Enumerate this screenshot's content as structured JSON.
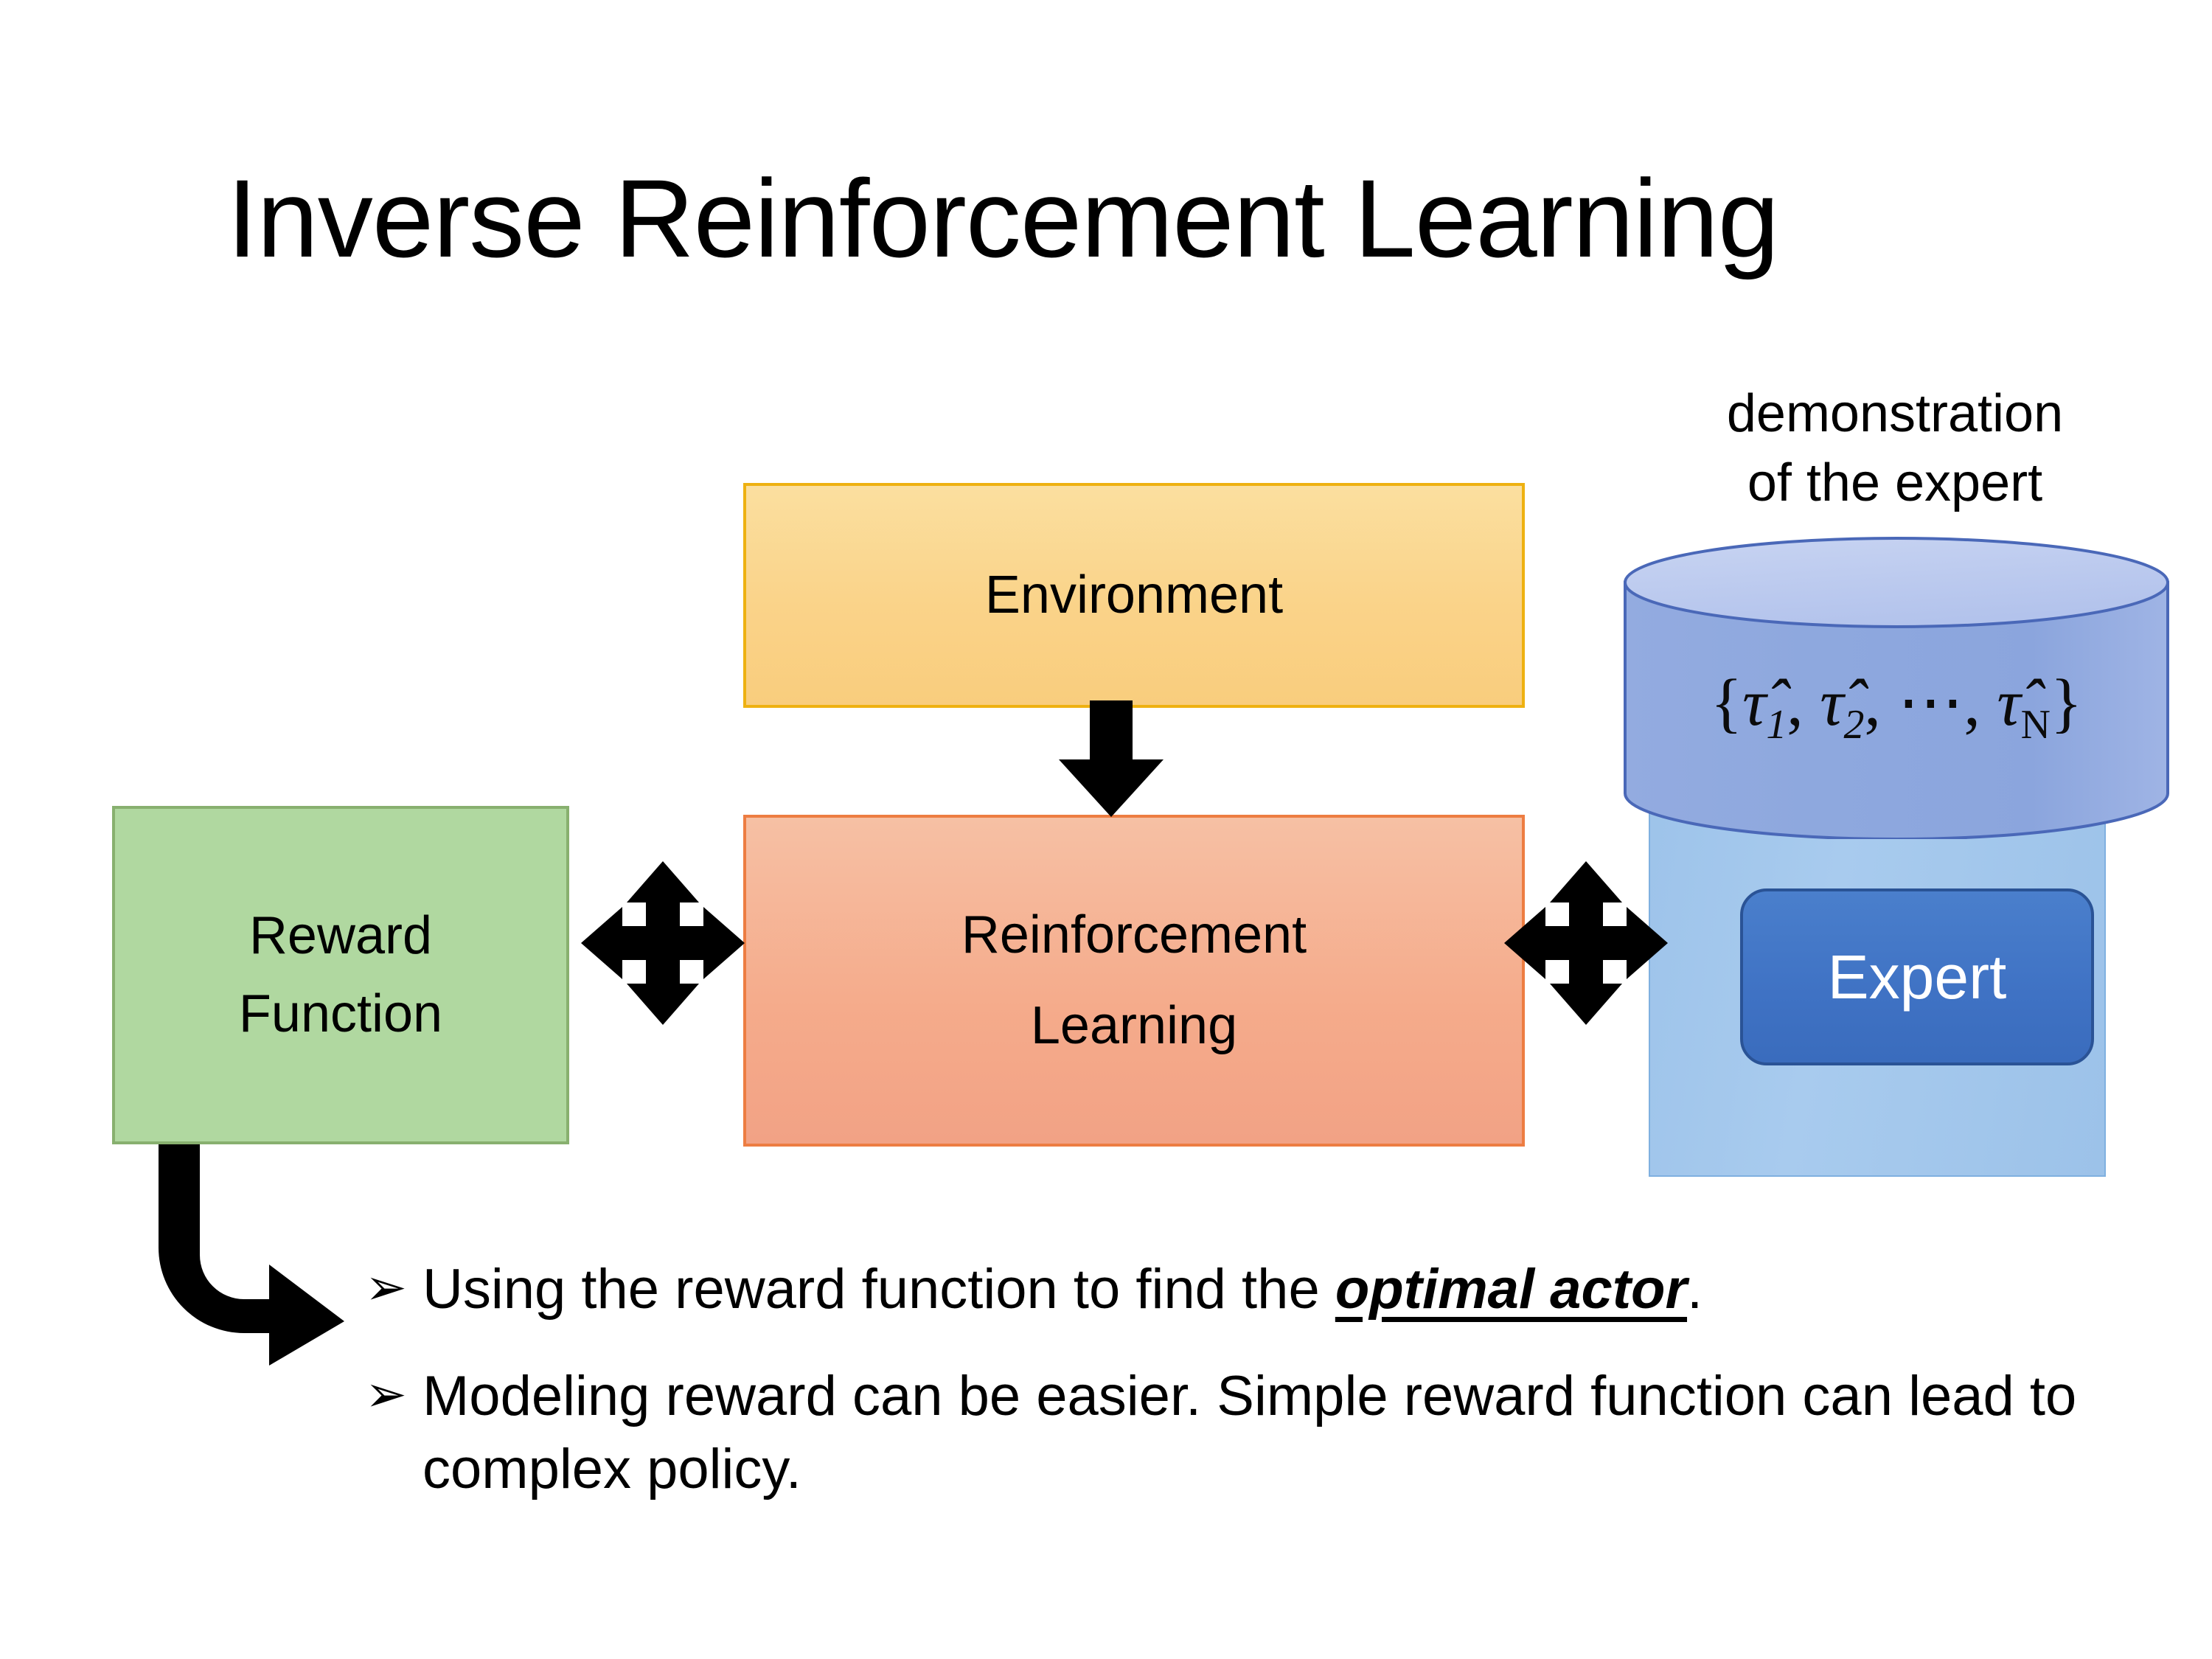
{
  "slide": {
    "title": "Inverse Reinforcement Learning",
    "background_color": "#ffffff"
  },
  "diagram": {
    "environment": {
      "label": "Environment",
      "fill_color": "#fad389",
      "border_color": "#eeb111"
    },
    "reinforcement_learning": {
      "label_line1": "Reinforcement",
      "label_line2": "Learning",
      "fill_color": "#f5ab8b",
      "border_color": "#ed7d42"
    },
    "reward_function": {
      "label_line1": "Reward",
      "label_line2": "Function",
      "fill_color": "#b0d8a0",
      "border_color": "#88b06f"
    },
    "demonstration": {
      "caption_line1": "demonstration",
      "caption_line2": "of the expert",
      "cylinder_fill_color": "#8fa9dd",
      "cylinder_top_color": "#bfcdee",
      "cylinder_border_color": "#4a68b8",
      "formula_open": "{",
      "formula_tau": "τ̂",
      "formula_sub1": "1",
      "formula_sub2": "2",
      "formula_dots": "⋯",
      "formula_subN": "N",
      "formula_close": "}",
      "formula_plain": "{τ̂1, τ̂2, ⋯, τ̂N}"
    },
    "expert": {
      "label": "Expert",
      "box_fill_color": "#3f72c4",
      "box_border_color": "#2a5396",
      "box_text_color": "#ffffff",
      "panel_fill_color": "#a8cbee",
      "panel_border_color": "#7fb0e0"
    },
    "connectors": {
      "environment_to_rl": "down-arrow",
      "reward_to_rl": "bidirectional-cross-arrow",
      "rl_to_expert": "bidirectional-cross-arrow",
      "reward_to_bullets": "bent-elbow-arrow",
      "arrow_color": "#000000"
    }
  },
  "bullets": [
    {
      "marker": "➢",
      "text_before": "Using the reward function to find the ",
      "emphasis": "optimal actor",
      "text_after": "."
    },
    {
      "marker": "➢",
      "text_before": "Modeling reward can be easier. Simple reward function can lead to complex policy.",
      "emphasis": "",
      "text_after": ""
    }
  ]
}
